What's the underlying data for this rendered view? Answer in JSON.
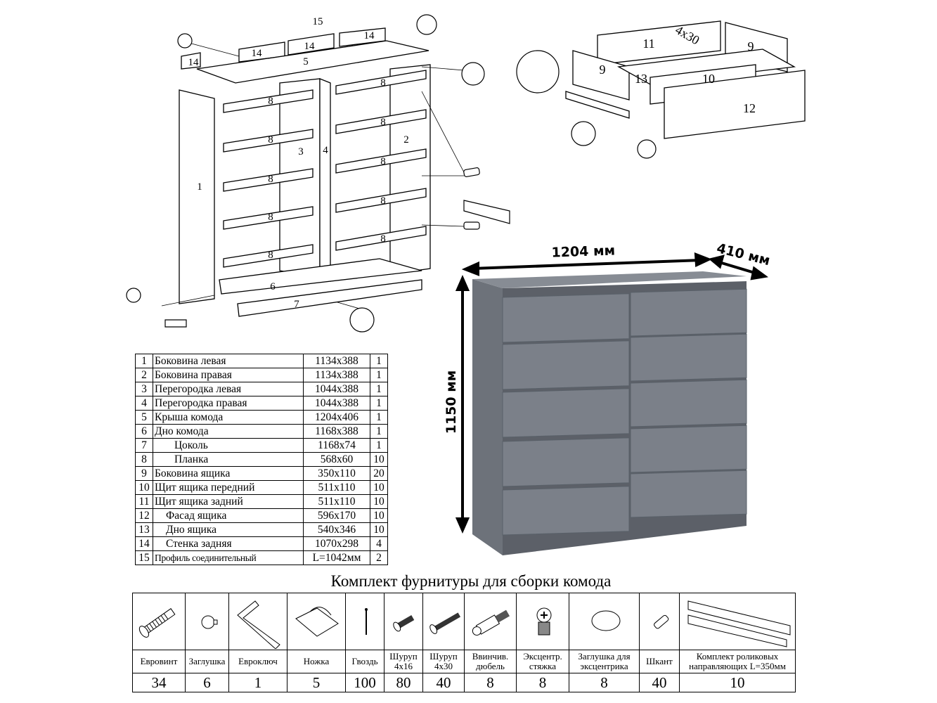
{
  "diagram": {
    "labels": [
      "15",
      "14",
      "14",
      "14",
      "14",
      "5",
      "8",
      "8",
      "8",
      "8",
      "8",
      "8",
      "8",
      "8",
      "8",
      "8",
      "1",
      "2",
      "3",
      "4",
      "6",
      "7"
    ],
    "drawer_labels": [
      "11",
      "4x30",
      "9",
      "9",
      "13",
      "10",
      "12"
    ]
  },
  "dimensions": {
    "width": "1204 мм",
    "depth": "410 мм",
    "height": "1150 мм"
  },
  "colors": {
    "dresser_front": "#7b8089",
    "dresser_side": "#6d727a",
    "dresser_top": "#878c94",
    "dresser_gap": "#5c6068"
  },
  "parts": [
    {
      "n": "1",
      "name": "Боковина левая",
      "size": "1134x388",
      "qty": "1"
    },
    {
      "n": "2",
      "name": "Боковина правая",
      "size": "1134x388",
      "qty": "1"
    },
    {
      "n": "3",
      "name": "Перегородка левая",
      "size": "1044x388",
      "qty": "1"
    },
    {
      "n": "4",
      "name": "Перегородка правая",
      "size": "1044x388",
      "qty": "1"
    },
    {
      "n": "5",
      "name": "Крыша комода",
      "size": "1204x406",
      "qty": "1"
    },
    {
      "n": "6",
      "name": "Дно комода",
      "size": "1168x388",
      "qty": "1"
    },
    {
      "n": "7",
      "name": "Цоколь",
      "size": "1168x74",
      "qty": "1"
    },
    {
      "n": "8",
      "name": "Планка",
      "size": "568x60",
      "qty": "10"
    },
    {
      "n": "9",
      "name": "Боковина ящика",
      "size": "350x110",
      "qty": "20"
    },
    {
      "n": "10",
      "name": "Щит ящика передний",
      "size": "511x110",
      "qty": "10"
    },
    {
      "n": "11",
      "name": "Щит ящика задний",
      "size": "511x110",
      "qty": "10"
    },
    {
      "n": "12",
      "name": "Фасад ящика",
      "size": "596x170",
      "qty": "10"
    },
    {
      "n": "13",
      "name": "Дно ящика",
      "size": "540x346",
      "qty": "10"
    },
    {
      "n": "14",
      "name": "Стенка задняя",
      "size": "1070x298",
      "qty": "4"
    },
    {
      "n": "15",
      "name": "Профиль соединительный",
      "size": "L=1042мм",
      "qty": "2"
    }
  ],
  "hardware": {
    "title": "Комплект фурнитуры для сборки комода",
    "items": [
      {
        "icon": "eurovint-screw-icon",
        "l1": "Евровинт",
        "l2": "",
        "qty": "34"
      },
      {
        "icon": "cap-icon",
        "l1": "Заглушка",
        "l2": "",
        "qty": "6"
      },
      {
        "icon": "hex-key-icon",
        "l1": "Евроключ",
        "l2": "",
        "qty": "1"
      },
      {
        "icon": "foot-icon",
        "l1": "Ножка",
        "l2": "",
        "qty": "5"
      },
      {
        "icon": "nail-icon",
        "l1": "Гвоздь",
        "l2": "",
        "qty": "100"
      },
      {
        "icon": "screw-small-icon",
        "l1": "Шуруп",
        "l2": "4x16",
        "qty": "80"
      },
      {
        "icon": "screw-long-icon",
        "l1": "Шуруп",
        "l2": "4x30",
        "qty": "40"
      },
      {
        "icon": "dowel-screw-icon",
        "l1": "Ввинчив.",
        "l2": "дюбель",
        "qty": "8"
      },
      {
        "icon": "cam-lock-icon",
        "l1": "Эксцентр.",
        "l2": "стяжка",
        "qty": "8"
      },
      {
        "icon": "cam-cap-icon",
        "l1": "Заглушка для",
        "l2": "эксцентрика",
        "qty": "8"
      },
      {
        "icon": "wood-dowel-icon",
        "l1": "Шкант",
        "l2": "",
        "qty": "40"
      },
      {
        "icon": "drawer-slide-icon",
        "l1": "Комплект роликовых",
        "l2": "направляющих L=350мм",
        "qty": "10"
      }
    ]
  }
}
